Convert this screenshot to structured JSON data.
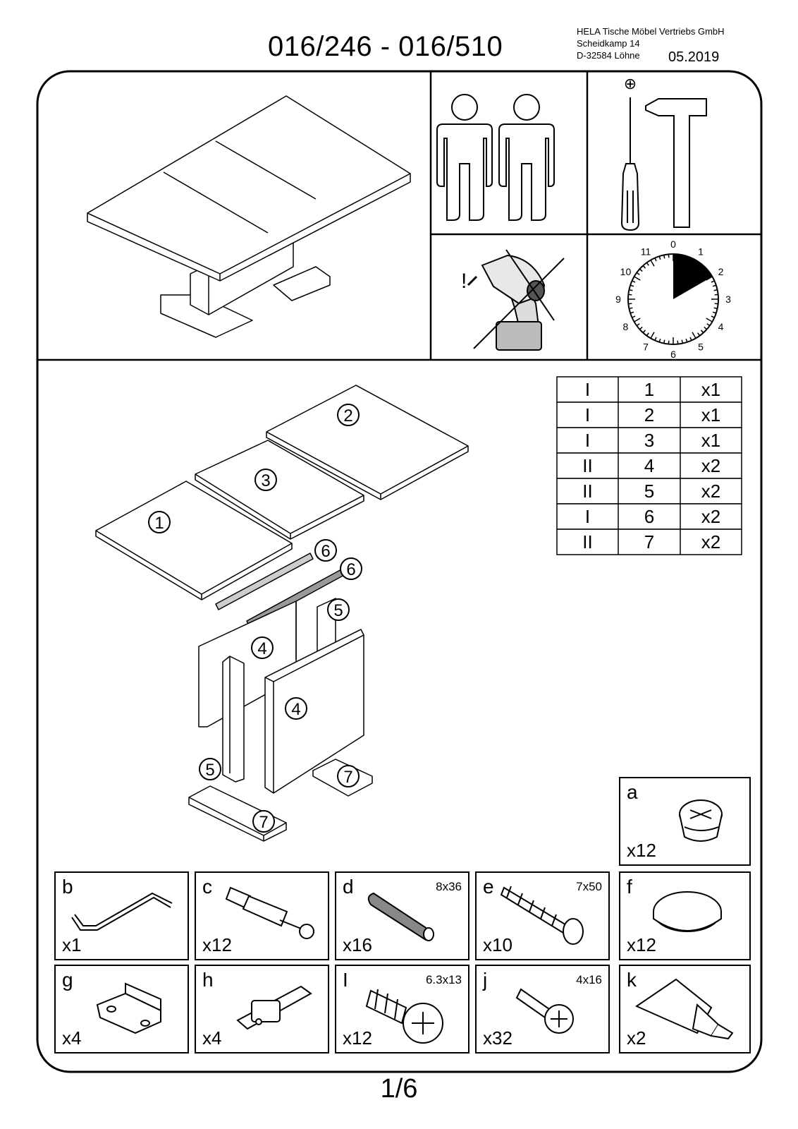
{
  "header": {
    "title": "016/246 - 016/510",
    "company_line1": "HELA Tische Möbel Vertriebs GmbH",
    "company_line2": "Scheidkamp 14",
    "company_line3": "D-32584 Löhne",
    "date": "05.2019"
  },
  "clock": {
    "numbers": [
      "0",
      "1",
      "2",
      "3",
      "4",
      "5",
      "6",
      "7",
      "8",
      "9",
      "10",
      "11"
    ],
    "shaded_minutes": 10
  },
  "screwdriver_symbol": "⊕",
  "parts_table": [
    {
      "box": "I",
      "part": "1",
      "qty": "x1"
    },
    {
      "box": "I",
      "part": "2",
      "qty": "x1"
    },
    {
      "box": "I",
      "part": "3",
      "qty": "x1"
    },
    {
      "box": "II",
      "part": "4",
      "qty": "x2"
    },
    {
      "box": "II",
      "part": "5",
      "qty": "x2"
    },
    {
      "box": "I",
      "part": "6",
      "qty": "x2"
    },
    {
      "box": "II",
      "part": "7",
      "qty": "x2"
    }
  ],
  "part_callouts": [
    "1",
    "2",
    "3",
    "4",
    "4",
    "5",
    "5",
    "6",
    "6",
    "7",
    "7"
  ],
  "hardware": {
    "a": {
      "letter": "a",
      "qty": "x12",
      "size": ""
    },
    "b": {
      "letter": "b",
      "qty": "x1",
      "size": ""
    },
    "c": {
      "letter": "c",
      "qty": "x12",
      "size": ""
    },
    "d": {
      "letter": "d",
      "qty": "x16",
      "size": "8x36"
    },
    "e": {
      "letter": "e",
      "qty": "x10",
      "size": "7x50"
    },
    "f": {
      "letter": "f",
      "qty": "x12",
      "size": ""
    },
    "g": {
      "letter": "g",
      "qty": "x4",
      "size": ""
    },
    "h": {
      "letter": "h",
      "qty": "x4",
      "size": ""
    },
    "i": {
      "letter": "I",
      "qty": "x12",
      "size": "6.3x13"
    },
    "j": {
      "letter": "j",
      "qty": "x32",
      "size": "4x16"
    },
    "k": {
      "letter": "k",
      "qty": "x2",
      "size": ""
    }
  },
  "page_number": "1/6"
}
